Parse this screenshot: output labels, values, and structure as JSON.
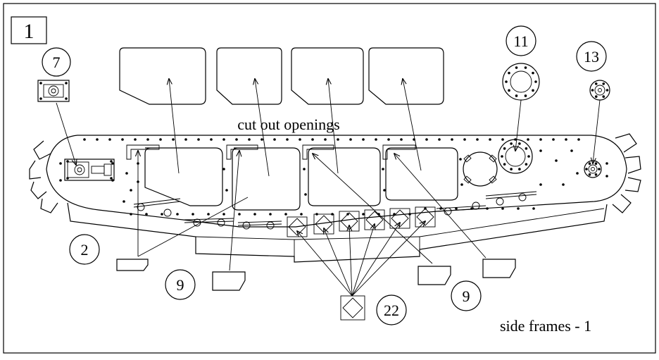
{
  "figure": {
    "sheet_number": "1",
    "caption": "side frames - 1",
    "openings_label": "cut out openings",
    "callouts": [
      {
        "id": "c7",
        "label": "7"
      },
      {
        "id": "c11",
        "label": "11"
      },
      {
        "id": "c13",
        "label": "13"
      },
      {
        "id": "c2",
        "label": "2"
      },
      {
        "id": "c9a",
        "label": "9"
      },
      {
        "id": "c9b",
        "label": "9"
      },
      {
        "id": "c22",
        "label": "22"
      }
    ]
  }
}
